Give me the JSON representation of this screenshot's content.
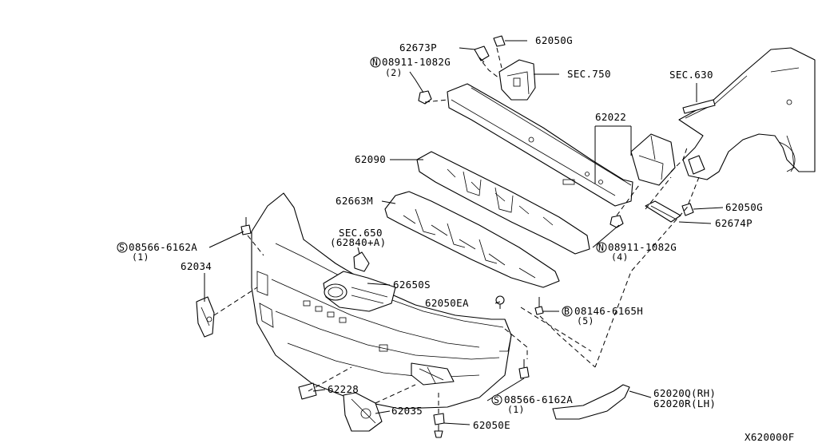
{
  "diagram_id": "X620000F",
  "labels": {
    "p62673P": "62673P",
    "p62050G_top": "62050G",
    "n08911_top": "08911-1082G",
    "n08911_top_qty": "(2)",
    "sec750": "SEC.750",
    "sec630": "SEC.630",
    "p62022": "62022",
    "p62090": "62090",
    "p62663M": "62663M",
    "sec650": "SEC.650",
    "sec650_sub": "(62840+A)",
    "s08566_left": "08566-6162A",
    "s08566_left_qty": "(1)",
    "p62034": "62034",
    "p62650S": "62650S",
    "p62050EA": "62050EA",
    "b08146": "08146-6165H",
    "b08146_qty": "(5)",
    "p62050G_right": "62050G",
    "p62674P": "62674P",
    "n08911_right": "08911-1082G",
    "n08911_right_qty": "(4)",
    "p62228": "62228",
    "p62035": "62035",
    "s08566_bottom": "08566-6162A",
    "s08566_bottom_qty": "(1)",
    "p62050E": "62050E",
    "p62020Q": "62020Q(RH)",
    "p62020R": "62020R(LH)"
  },
  "symbols": {
    "nut": "N",
    "screw": "S",
    "bolt": "B"
  }
}
